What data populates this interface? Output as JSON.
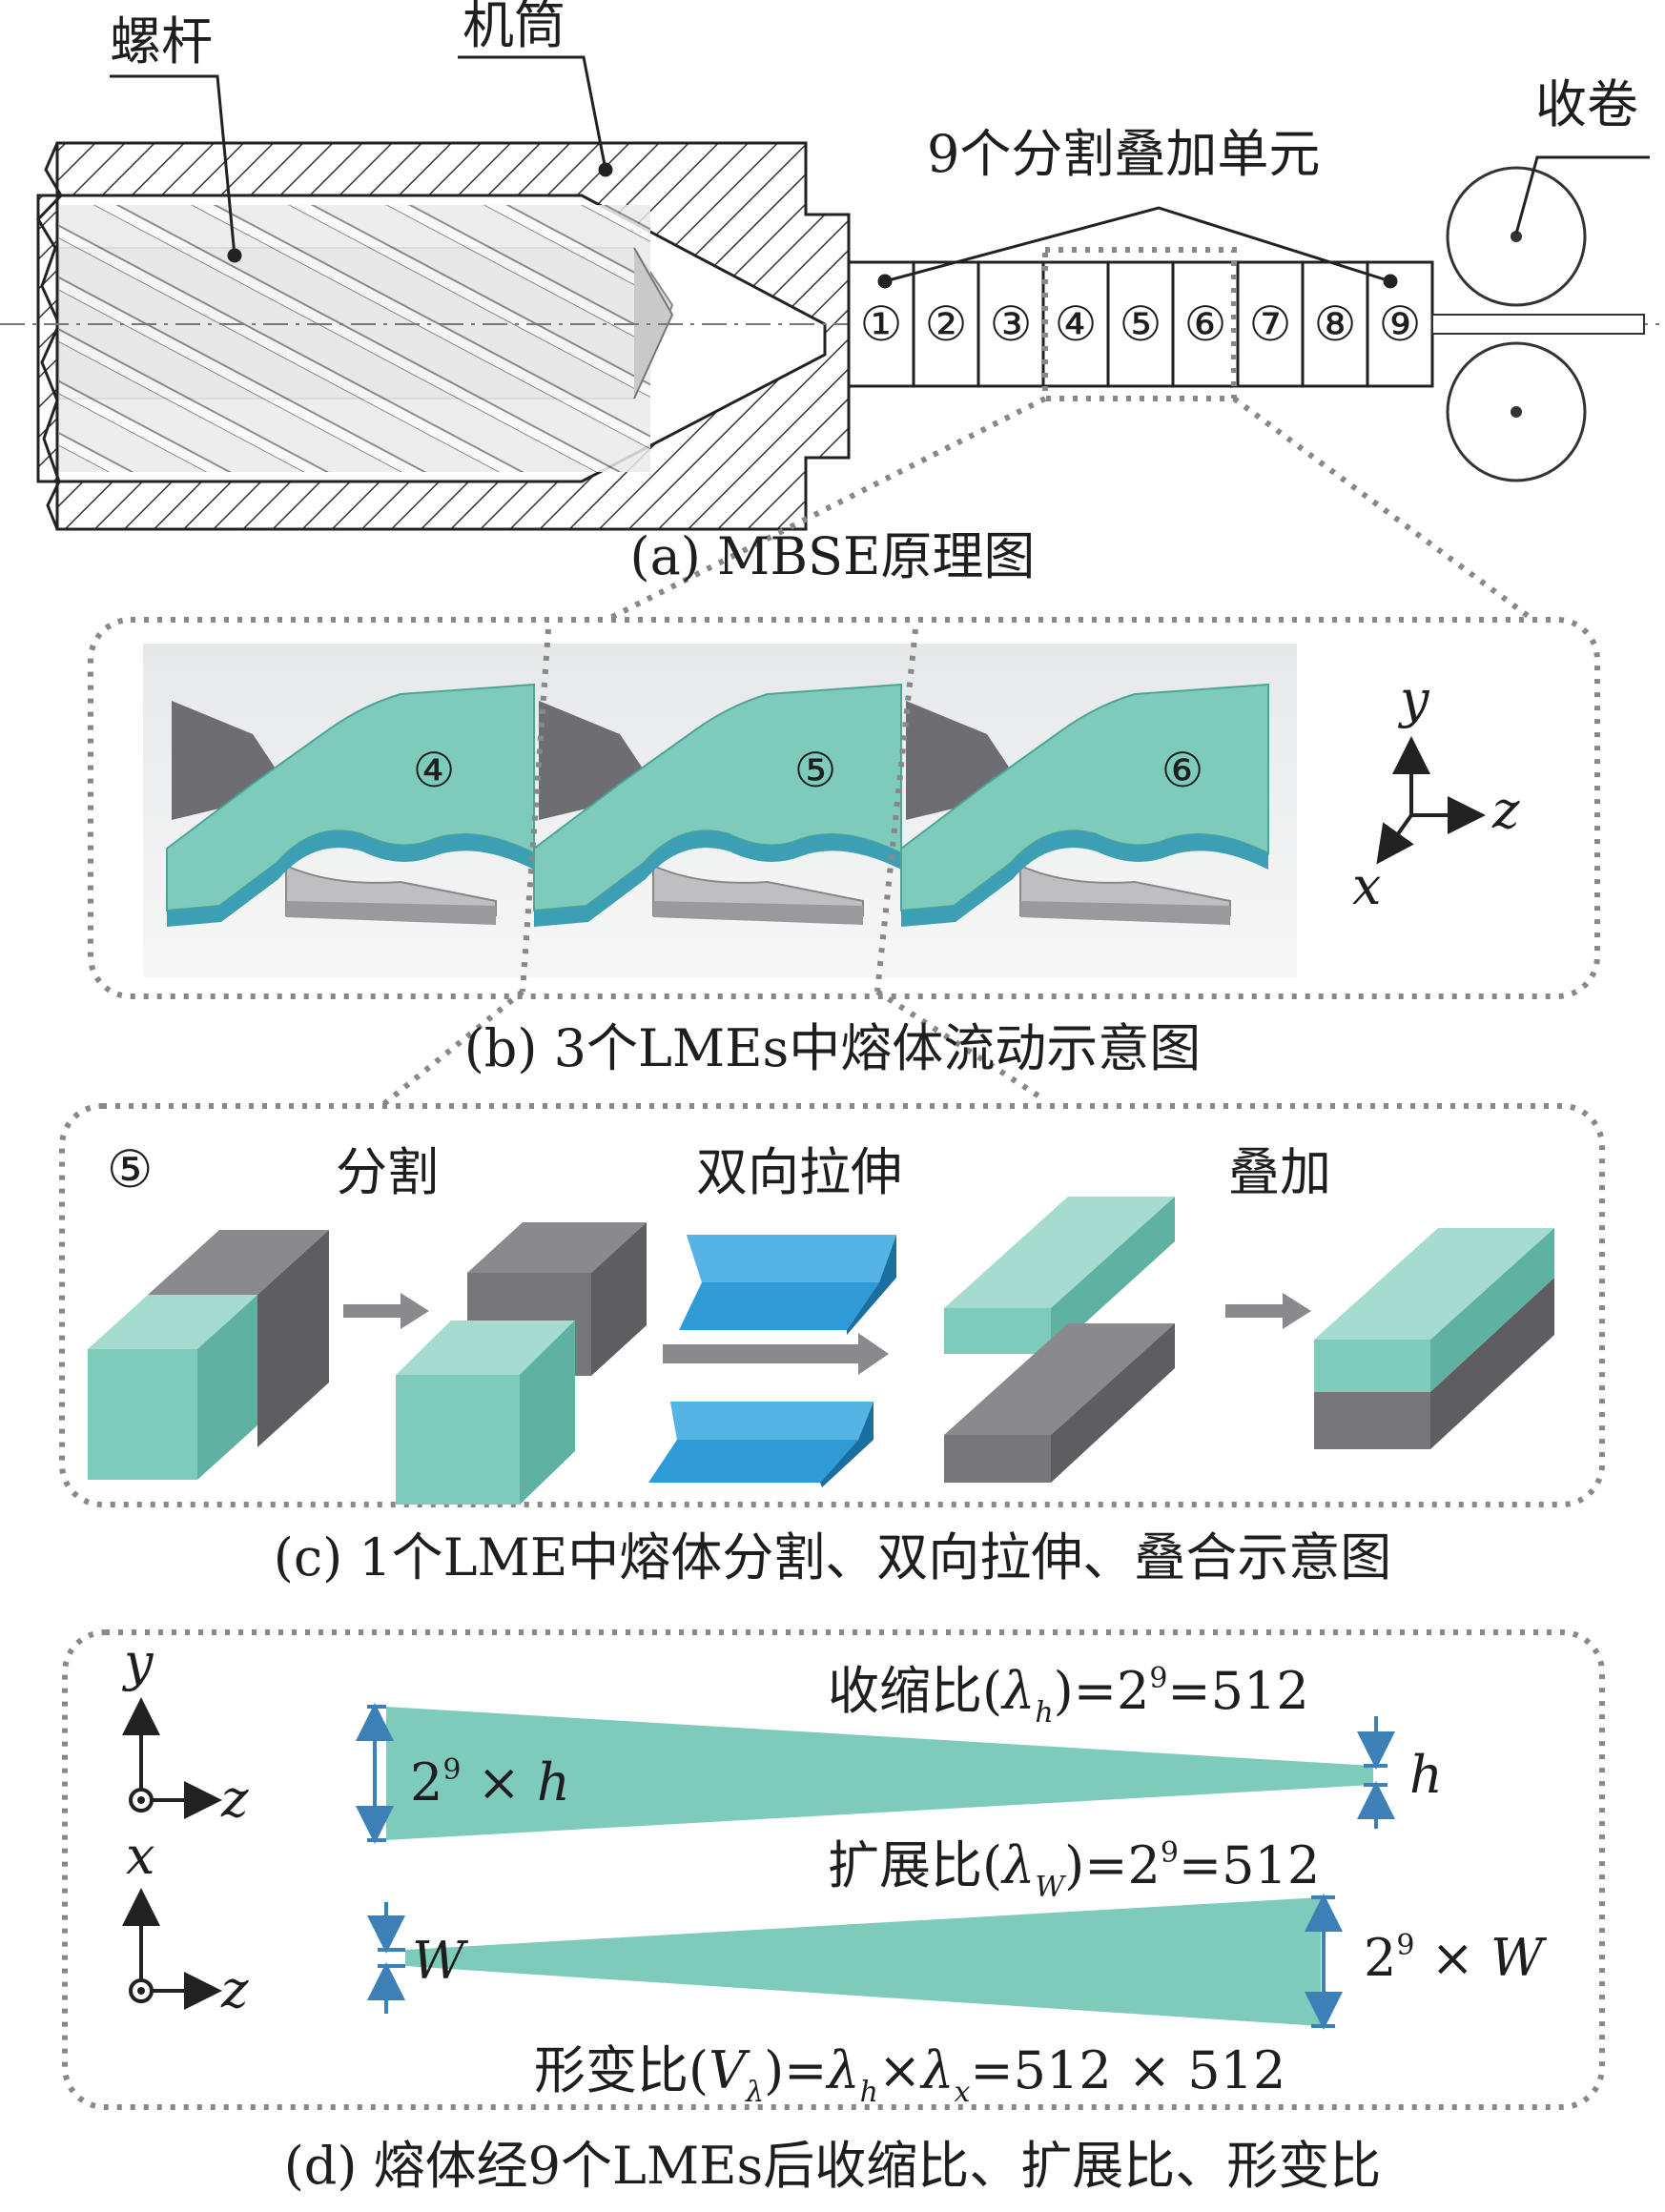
{
  "panel_a": {
    "caption": "(a) MBSE原理图",
    "label_screw": "螺杆",
    "label_barrel": "机筒",
    "label_units": "9个分割叠加单元",
    "label_winding": "收卷",
    "unit_numbers": [
      "①",
      "②",
      "③",
      "④",
      "⑤",
      "⑥",
      "⑦",
      "⑧",
      "⑨"
    ]
  },
  "panel_b": {
    "caption": "(b) 3个LMEs中熔体流动示意图",
    "element_labels": [
      "④",
      "⑤",
      "⑥"
    ],
    "axis_y": "y",
    "axis_z": "z",
    "axis_x": "x"
  },
  "panel_c": {
    "caption": "(c) 1个LME中熔体分割、双向拉伸、叠合示意图",
    "unit_label": "⑤",
    "step_split": "分割",
    "step_stretch": "双向拉伸",
    "step_stack": "叠加"
  },
  "panel_d": {
    "caption": "(d) 熔体经9个LMEs后收缩比、扩展比、形变比",
    "axis_y": "y",
    "axis_x": "x",
    "axis_z": "z",
    "shrink_prefix": "收缩比(",
    "shrink_sym": "λ",
    "shrink_sub": "h",
    "shrink_eq": ")=2",
    "shrink_exp": "9",
    "shrink_val": "=512",
    "thick_base": "2",
    "thick_exp": "9",
    "thick_rest": " × ",
    "thick_var": "h",
    "thin_var": "h",
    "expand_prefix": "扩展比(",
    "expand_sym": "λ",
    "expand_sub": "W",
    "expand_eq": ")=2",
    "expand_exp": "9",
    "expand_val": "=512",
    "narrow_var": "W",
    "wide_base": "2",
    "wide_exp": "9",
    "wide_rest": " × ",
    "wide_var": "W",
    "deform_prefix": "形变比(",
    "deform_sym": "V",
    "deform_sub": "λ",
    "deform_mid": ")=",
    "deform_l1": "λ",
    "deform_s1": "h",
    "deform_times": "×",
    "deform_l2": "λ",
    "deform_s2": "x",
    "deform_val": "=512 × 512"
  },
  "colors": {
    "teal": "#7fcbbb",
    "teal_dark": "#4fa595",
    "gray": "#6e6e72",
    "blue": "#2f9bd6",
    "axis_blue": "#3d80b8",
    "dotted": "#888888"
  }
}
